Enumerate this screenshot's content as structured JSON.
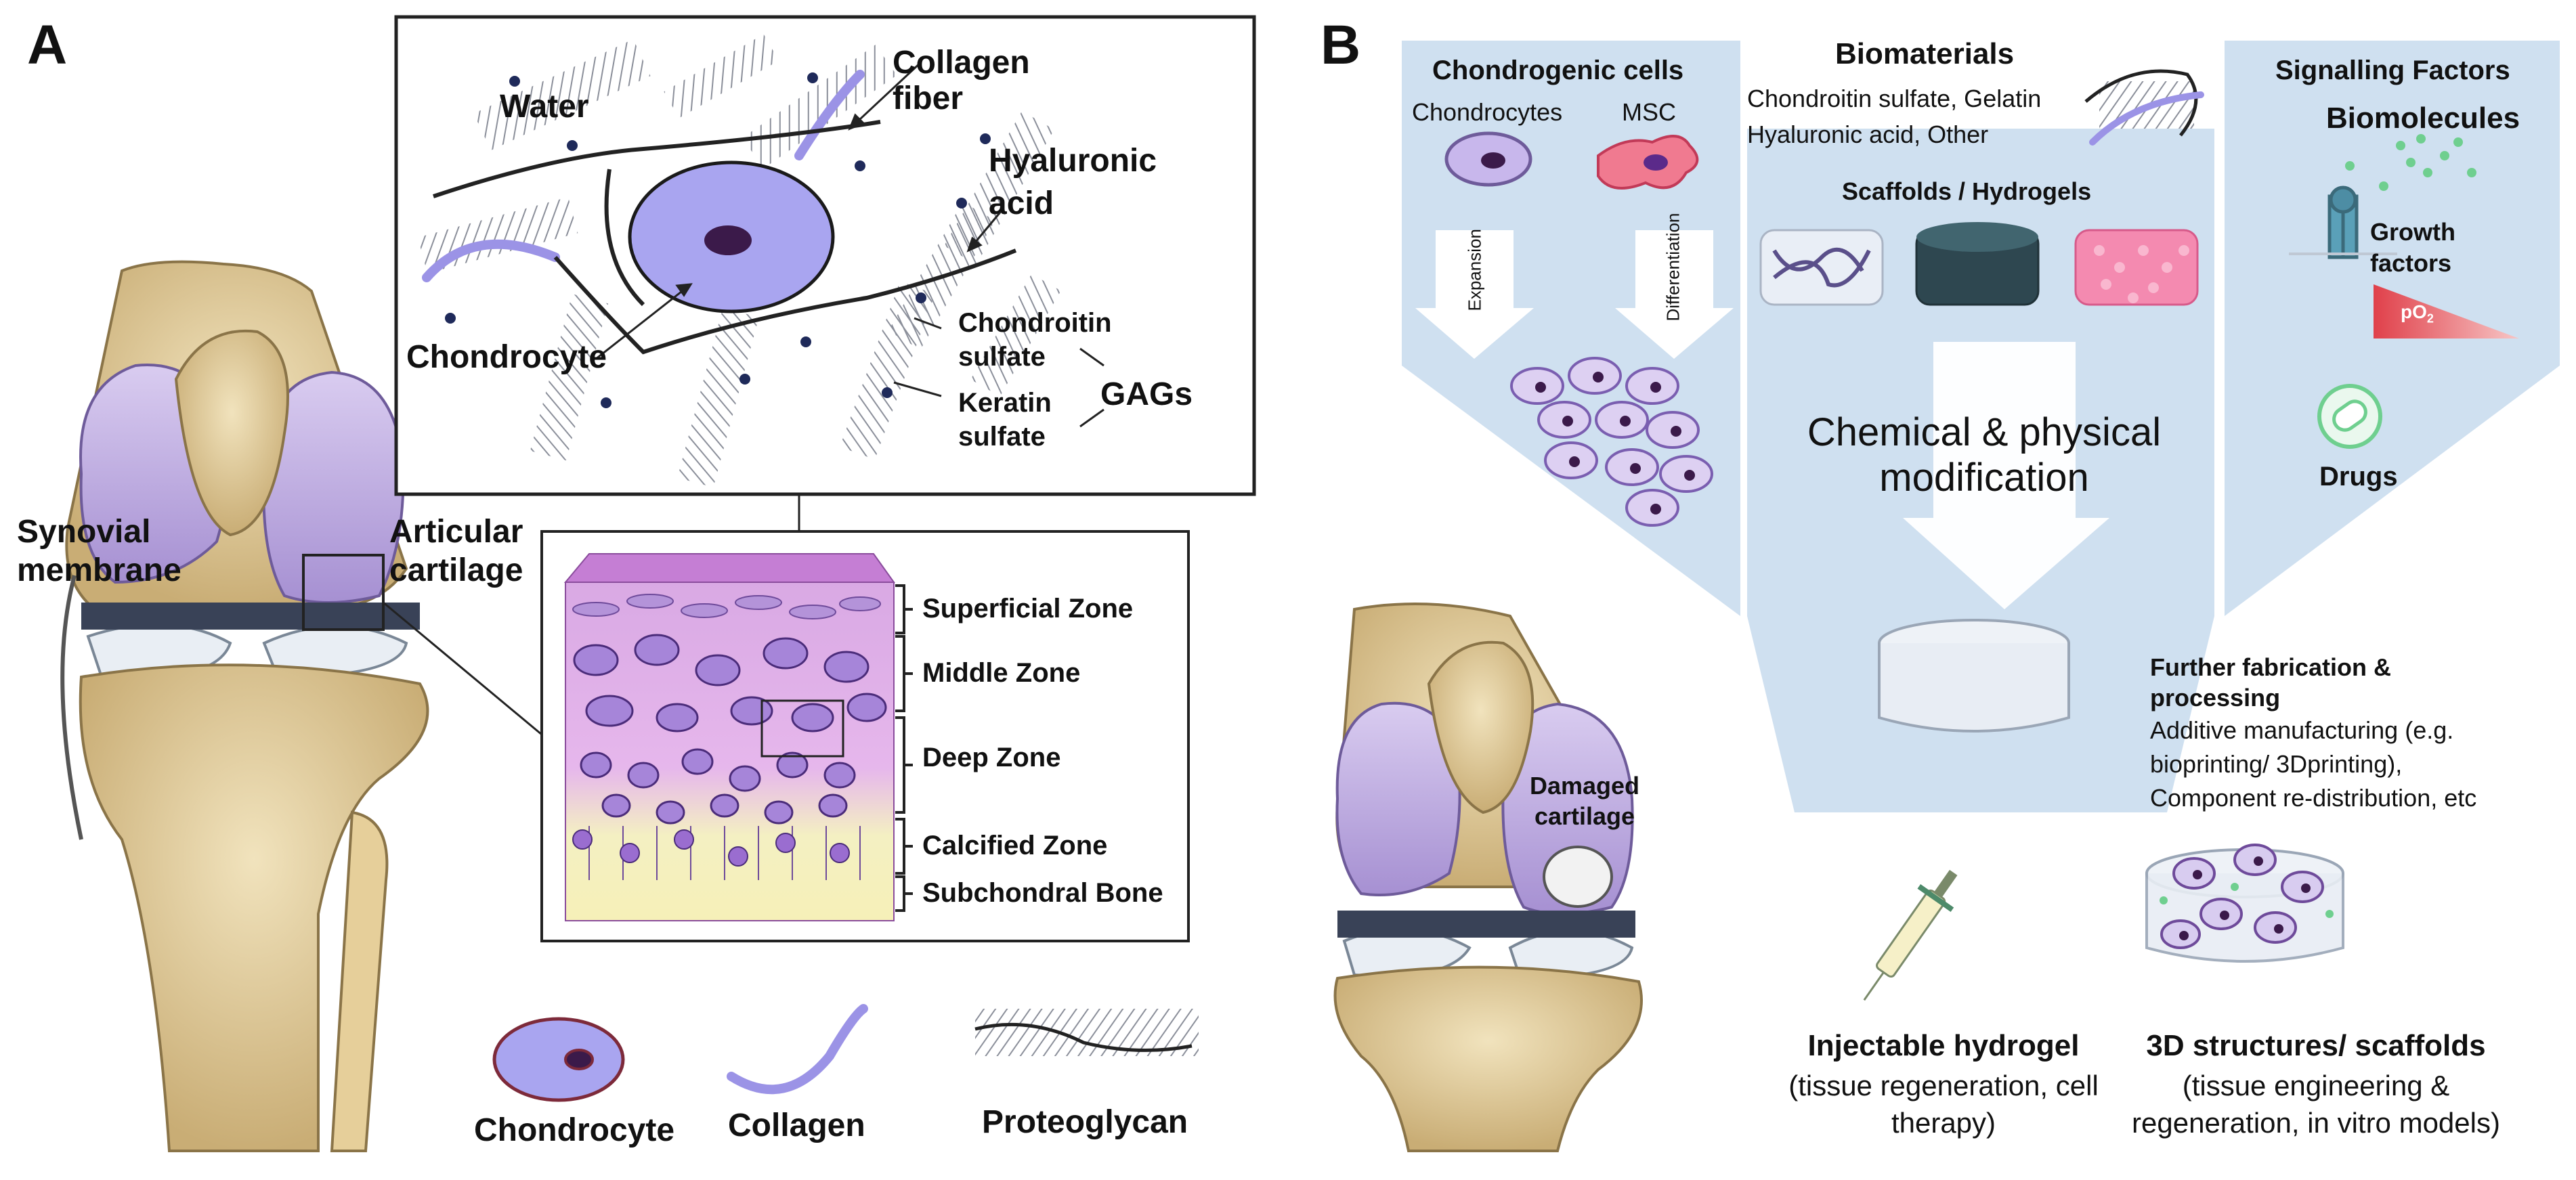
{
  "panel_a": {
    "letter": "A",
    "labels": {
      "water": "Water",
      "collagen_fiber": [
        "Collagen",
        "fiber"
      ],
      "hyaluronic_acid": [
        "Hyaluronic",
        "acid"
      ],
      "chondrocyte": "Chondrocyte",
      "chondroitin_sulfate": [
        "Chondroitin",
        "sulfate"
      ],
      "keratin_sulfate": [
        "Keratin",
        "sulfate"
      ],
      "gags": "GAGs",
      "synovial_membrane": [
        "Synovial",
        "membrane"
      ],
      "articular_cartilage": [
        "Articular",
        "cartilage"
      ]
    },
    "zones": [
      "Superficial Zone",
      "Middle Zone",
      "Deep Zone",
      "Calcified Zone",
      "Subchondral Bone"
    ],
    "legend": [
      "Chondrocyte",
      "Collagen",
      "Proteoglycan"
    ]
  },
  "panel_b": {
    "letter": "B",
    "left_column": {
      "title": "Chondrogenic cells",
      "chondrocytes": "Chondrocytes",
      "msc": "MSC",
      "expansion": "Expansion",
      "differentiation": "Differentiation"
    },
    "middle_column": {
      "title": "Biomaterials",
      "materials": [
        "Chondroitin sulfate, Gelatin",
        "Hyaluronic acid, Other"
      ],
      "scaffolds": "Scaffolds / Hydrogels",
      "modification": [
        "Chemical & physical",
        "modification"
      ]
    },
    "right_column": {
      "title": "Signalling Factors",
      "biomolecules": "Biomolecules",
      "growth_factors": [
        "Growth",
        "factors"
      ],
      "po2": "pO",
      "po2_sub": "2",
      "drugs": "Drugs"
    },
    "further": {
      "title": [
        "Further fabrication &",
        "processing"
      ],
      "text": [
        "Additive manufacturing (e.g.",
        "bioprinting/ 3Dprinting),",
        "Component re-distribution, etc"
      ]
    },
    "damaged_cartilage": [
      "Damaged",
      "cartilage"
    ],
    "injectable": {
      "title": "Injectable hydrogel",
      "text": [
        "(tissue regeneration, cell",
        "therapy)"
      ]
    },
    "structures": {
      "title": "3D structures/ scaffolds",
      "text": [
        "(tissue engineering &",
        "regeneration, in vitro models)"
      ]
    }
  },
  "colors": {
    "cartilage": "#b9a6dd",
    "bone": "#e6d4a8",
    "chondrocyte": "#a9a5f0",
    "nucleus": "#3b1a4a",
    "funnel": "#cfe0f0",
    "msc": "#f07a90",
    "signal_green": "#6fcf8f"
  }
}
